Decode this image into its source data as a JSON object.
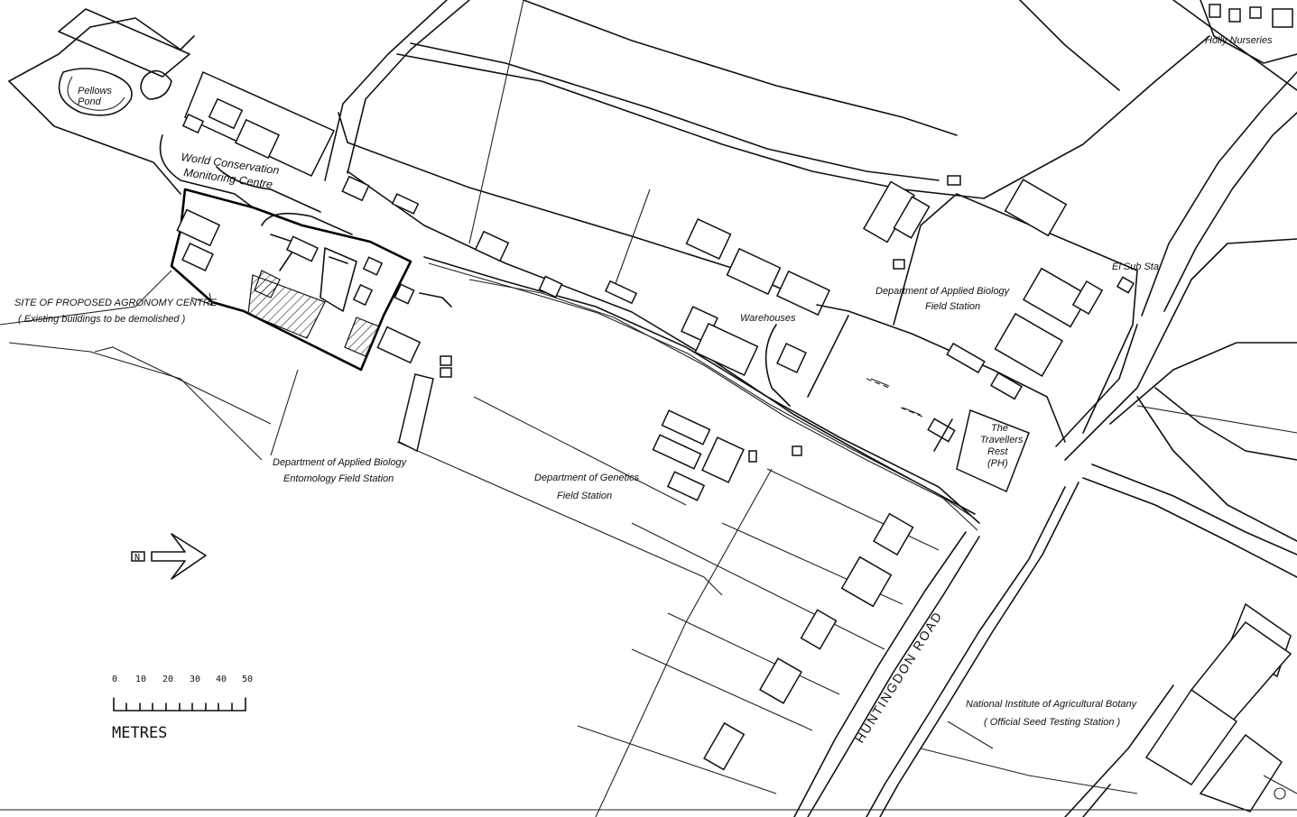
{
  "labels": {
    "pellows_pond_1": "Pellows",
    "pellows_pond_2": "Pond",
    "world_conservation_1": "World Conservation",
    "world_conservation_2": "Monitoring Centre",
    "site_title": "SITE OF PROPOSED AGRONOMY CENTRE",
    "site_note": "( Existing buildings to be demolished )",
    "entomology_1": "Department of Applied Biology",
    "entomology_2": "Entomology Field Station",
    "genetics_1": "Department of Genetics",
    "genetics_2": "Field Station",
    "warehouses": "Warehouses",
    "applied_biology_1": "Department of Applied Biology",
    "applied_biology_2": "Field Station",
    "el_sub_sta": "El Sub Sta",
    "holly_nurseries": "Holly Nurseries",
    "travellers_1": "The",
    "travellers_2": "Travellers",
    "travellers_3": "Rest",
    "travellers_4": "(PH)",
    "niab_1": "National Institute of Agricultural Botany",
    "niab_2": "( Official Seed Testing Station )",
    "road_name": "HUNTINGDON   ROAD"
  },
  "north_arrow": {
    "letter": "N"
  },
  "scale_bar": {
    "ticks": [
      "0",
      "10",
      "20",
      "30",
      "40",
      "50"
    ],
    "unit": "METRES"
  }
}
